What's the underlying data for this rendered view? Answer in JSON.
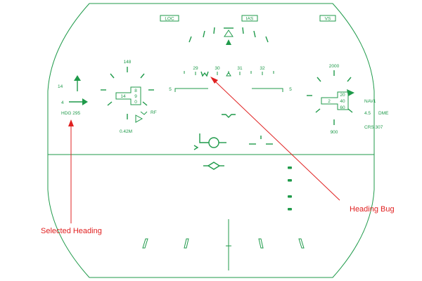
{
  "colors": {
    "hud": "#1f9a4a",
    "callout": "#e02020",
    "background": "#ffffff"
  },
  "modes": [
    "LOC",
    "IAS",
    "VS"
  ],
  "heading_tape": {
    "labels": [
      "29",
      "30",
      "31",
      "32"
    ]
  },
  "pitch": {
    "left_label": "5",
    "right_label": "5"
  },
  "left_cluster": {
    "top_value": "148",
    "arrow_up_label": "14",
    "arrow_right_label": "4",
    "selected_heading": "HDG 295",
    "speed_box_left": "14",
    "speed_digits": [
      "8",
      "9",
      "0"
    ],
    "rf_label": "RF",
    "mach": "0.42M"
  },
  "right_cluster": {
    "top_value": "2000",
    "alt_box_left": "2",
    "alt_digits": [
      "20",
      "40",
      "60"
    ],
    "nav_source": "NAV1",
    "dme_distance": "4.5",
    "dme_label": "DME",
    "course": "CRS 307",
    "bottom_value": "900"
  },
  "callouts": {
    "selected_heading": "Selected Heading",
    "heading_bug": "Heading Bug"
  }
}
